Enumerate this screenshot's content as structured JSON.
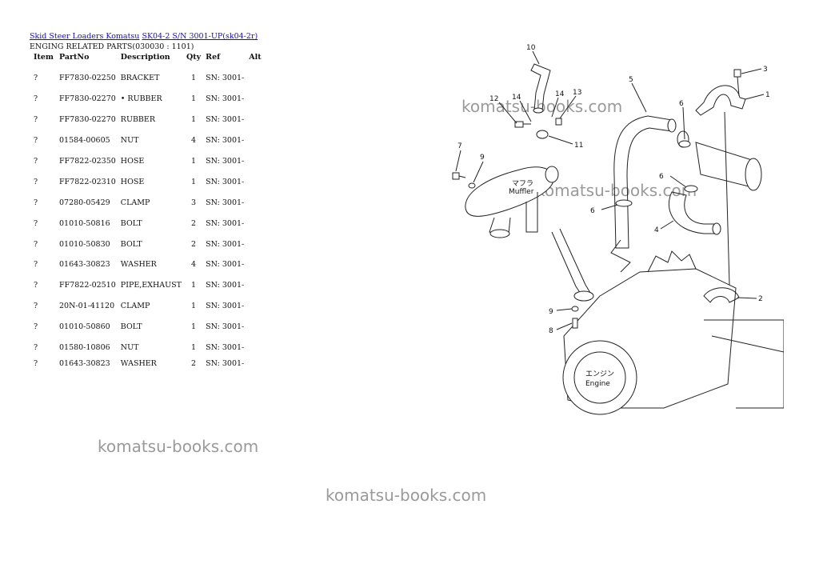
{
  "breadcrumb": {
    "link1": "Skid Steer Loaders Komatsu",
    "link2": "SK04-2 S/N 3001-UP(sk04-2r)"
  },
  "subtitle": "ENGING RELATED PARTS(030030 : 1101)",
  "table": {
    "headers": {
      "item": "Item",
      "part": "PartNo",
      "desc": "Description",
      "qty": "Qty",
      "ref": "Ref",
      "alt": "Alt"
    },
    "rows": [
      {
        "item": "?",
        "part": "FF7830-02250",
        "desc": "BRACKET",
        "qty": "1",
        "ref": "SN: 3001-"
      },
      {
        "item": "?",
        "part": "FF7830-02270",
        "desc": "• RUBBER",
        "qty": "1",
        "ref": "SN: 3001-"
      },
      {
        "item": "?",
        "part": "FF7830-02270",
        "desc": "RUBBER",
        "qty": "1",
        "ref": "SN: 3001-"
      },
      {
        "item": "?",
        "part": "01584-00605",
        "desc": "NUT",
        "qty": "4",
        "ref": "SN: 3001-"
      },
      {
        "item": "?",
        "part": "FF7822-02350",
        "desc": "HOSE",
        "qty": "1",
        "ref": "SN: 3001-"
      },
      {
        "item": "?",
        "part": "FF7822-02310",
        "desc": "HOSE",
        "qty": "1",
        "ref": "SN: 3001-"
      },
      {
        "item": "?",
        "part": "07280-05429",
        "desc": "CLAMP",
        "qty": "3",
        "ref": "SN: 3001-"
      },
      {
        "item": "?",
        "part": "01010-50816",
        "desc": "BOLT",
        "qty": "2",
        "ref": "SN: 3001-"
      },
      {
        "item": "?",
        "part": "01010-50830",
        "desc": "BOLT",
        "qty": "2",
        "ref": "SN: 3001-"
      },
      {
        "item": "?",
        "part": "01643-30823",
        "desc": "WASHER",
        "qty": "4",
        "ref": "SN: 3001-"
      },
      {
        "item": "?",
        "part": "FF7822-02510",
        "desc": "PIPE,EXHAUST",
        "qty": "1",
        "ref": "SN: 3001-"
      },
      {
        "item": "?",
        "part": "20N-01-41120",
        "desc": "CLAMP",
        "qty": "1",
        "ref": "SN: 3001-"
      },
      {
        "item": "?",
        "part": "01010-50860",
        "desc": "BOLT",
        "qty": "1",
        "ref": "SN: 3001-"
      },
      {
        "item": "?",
        "part": "01580-10806",
        "desc": "NUT",
        "qty": "1",
        "ref": "SN: 3001-"
      },
      {
        "item": "?",
        "part": "01643-30823",
        "desc": "WASHER",
        "qty": "2",
        "ref": "SN: 3001-"
      }
    ]
  },
  "watermarks": [
    "komatsu-books.com",
    "komatsu-books.com",
    "komatsu-books.com",
    "komatsu-books.com"
  ],
  "diagram": {
    "callouts": [
      "10",
      "3",
      "5",
      "1",
      "12",
      "14",
      "14",
      "13",
      "6",
      "11",
      "7",
      "9",
      "6",
      "6",
      "4",
      "2",
      "9",
      "8"
    ],
    "muffler_label": "Muffler",
    "muffler_kana": "マフラ",
    "engine_label": "Engine",
    "engine_kana": "エンジン"
  }
}
